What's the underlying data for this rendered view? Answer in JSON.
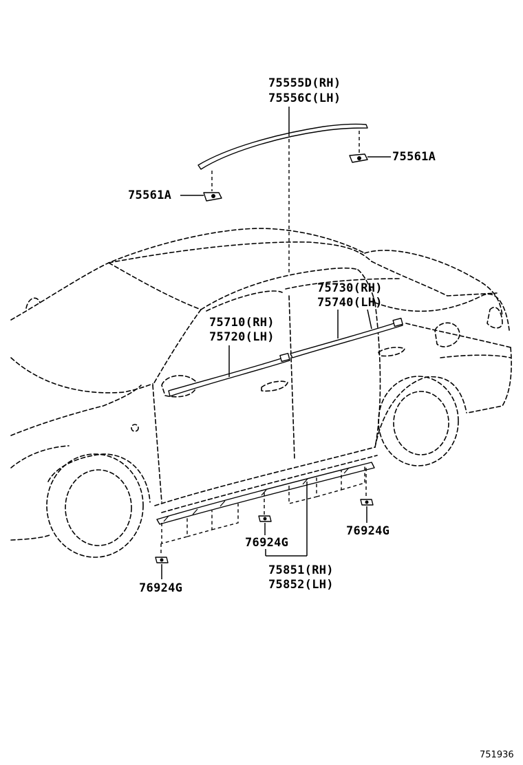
{
  "labels": {
    "roof_molding_rh": "75555D(RH)",
    "roof_molding_lh": "75556C(LH)",
    "clip_roof_right": "75561A",
    "clip_roof_left": "75561A",
    "rear_belt_rh": "75730(RH)",
    "rear_belt_lh": "75740(LH)",
    "front_belt_rh": "75710(RH)",
    "front_belt_lh": "75720(LH)",
    "clip_rocker_right": "76924G",
    "clip_rocker_middle": "76924G",
    "clip_rocker_left": "76924G",
    "rocker_rh": "75851(RH)",
    "rocker_lh": "75852(LH)"
  },
  "figure_id": "751936"
}
